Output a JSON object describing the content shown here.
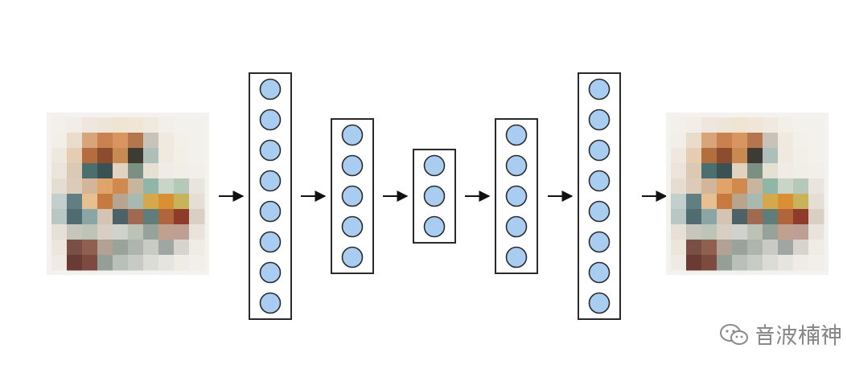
{
  "diagram": {
    "layers": [
      {
        "name": "encoder-layer-1",
        "nodes": 8
      },
      {
        "name": "encoder-layer-2",
        "nodes": 5
      },
      {
        "name": "bottleneck-layer",
        "nodes": 3
      },
      {
        "name": "decoder-layer-1",
        "nodes": 5
      },
      {
        "name": "decoder-layer-2",
        "nodes": 8
      }
    ],
    "input_image": "pixelated-portrait-image",
    "output_image": "reconstructed-pixelated-portrait-image",
    "colors": {
      "node_fill": "#a9cdf0",
      "node_stroke": "#2a2a2a",
      "box_stroke": "#2a2a2a",
      "arrow": "#111111"
    },
    "pixel_grid": [
      [
        "#f3f0ea",
        "#f2eee7",
        "#efe7dd",
        "#eee4d8",
        "#efe3d2",
        "#f0e5d6",
        "#efe9df",
        "#f2efe9",
        "#f3f1ec",
        "#f3f1ec"
      ],
      [
        "#f2eee8",
        "#eadccb",
        "#d8a57b",
        "#c9814f",
        "#d9955f",
        "#b4764c",
        "#c9c2b8",
        "#efe9e0",
        "#f3f0ea",
        "#f3f1ec"
      ],
      [
        "#efe8df",
        "#e5cdb2",
        "#b46d3f",
        "#8e4c2e",
        "#c98a52",
        "#3e3a34",
        "#aebfb9",
        "#efe9e0",
        "#f2efe9",
        "#f3f1ec"
      ],
      [
        "#ece4da",
        "#dbc9b4",
        "#4b6e6f",
        "#3a5253",
        "#e1d3c0",
        "#7c8f83",
        "#e6dfd4",
        "#f0ebe4",
        "#f1ede7",
        "#f2efea"
      ],
      [
        "#e6ddd2",
        "#dccbb8",
        "#d3b69a",
        "#e0a36a",
        "#d08a4e",
        "#c8b59d",
        "#90b6a7",
        "#c9d5c6",
        "#b6c8b8",
        "#e9e5de"
      ],
      [
        "#c3cfcc",
        "#5f7f83",
        "#e6c090",
        "#c67a3f",
        "#b9a58e",
        "#a8b9b1",
        "#d4a94e",
        "#d98f33",
        "#c9b35a",
        "#e5ded5"
      ],
      [
        "#b9c7c4",
        "#4f6d70",
        "#8aa6a4",
        "#d3c5b1",
        "#4b6366",
        "#a06a51",
        "#5f7d79",
        "#b0653d",
        "#8e3b2c",
        "#d9cfc4"
      ],
      [
        "#e7e0d6",
        "#c6c6bd",
        "#bcc4b8",
        "#d7cfc3",
        "#cfd3cb",
        "#bcc2b6",
        "#97a39a",
        "#c1a08f",
        "#bda093",
        "#e9e3db"
      ],
      [
        "#ece6dd",
        "#7a4f45",
        "#8f5f50",
        "#b2a294",
        "#9aa39b",
        "#aeb5ae",
        "#c7cbc4",
        "#a0a7a2",
        "#d7d3cd",
        "#efebe5"
      ],
      [
        "#efebe4",
        "#6b3a34",
        "#7d4a3f",
        "#94a097",
        "#b9c0b9",
        "#c6cbc5",
        "#dcdcd7",
        "#e6e4df",
        "#efebe5",
        "#f2efea"
      ]
    ]
  }
}
